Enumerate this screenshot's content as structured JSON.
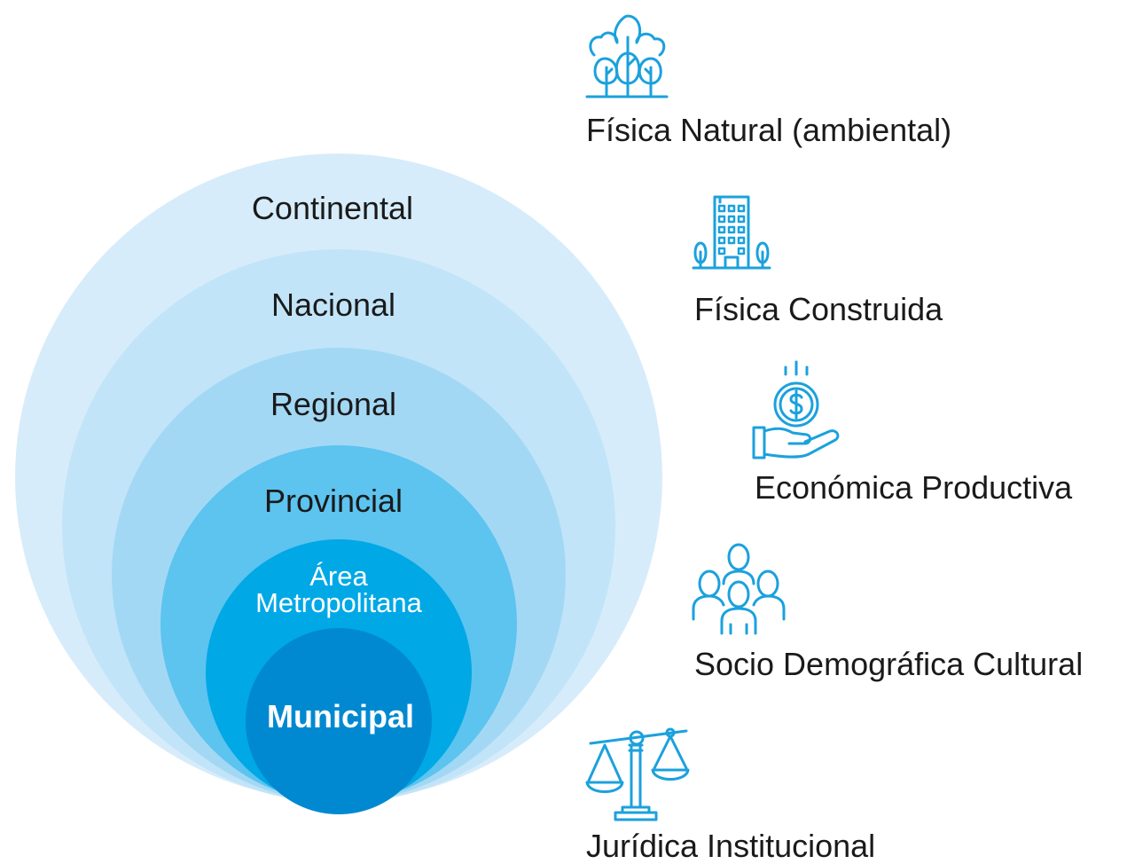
{
  "colors": {
    "ring_continental": "#d7ecfa",
    "ring_nacional": "#c1e4f8",
    "ring_regional": "#a3d8f5",
    "ring_provincial": "#5dc3ef",
    "ring_metropolitana": "#00a8e6",
    "ring_municipal": "#0089d1",
    "icon_stroke": "#1ba1dd",
    "text_dark": "#1a1a1a",
    "text_light": "#ffffff"
  },
  "scales": {
    "continental": "Continental",
    "nacional": "Nacional",
    "regional": "Regional",
    "provincial": "Provincial",
    "metropolitana_line1": "Área",
    "metropolitana_line2": "Metropolitana",
    "municipal": "Municipal"
  },
  "dimensions": [
    {
      "label": "Física Natural (ambiental)",
      "icon": "trees-icon"
    },
    {
      "label": "Física Construida",
      "icon": "building-icon"
    },
    {
      "label": "Económica Productiva",
      "icon": "hand-coin-icon"
    },
    {
      "label": "Socio Demográfica Cultural",
      "icon": "people-group-icon"
    },
    {
      "label": "Jurídica Institucional",
      "icon": "scales-of-justice-icon"
    }
  ]
}
